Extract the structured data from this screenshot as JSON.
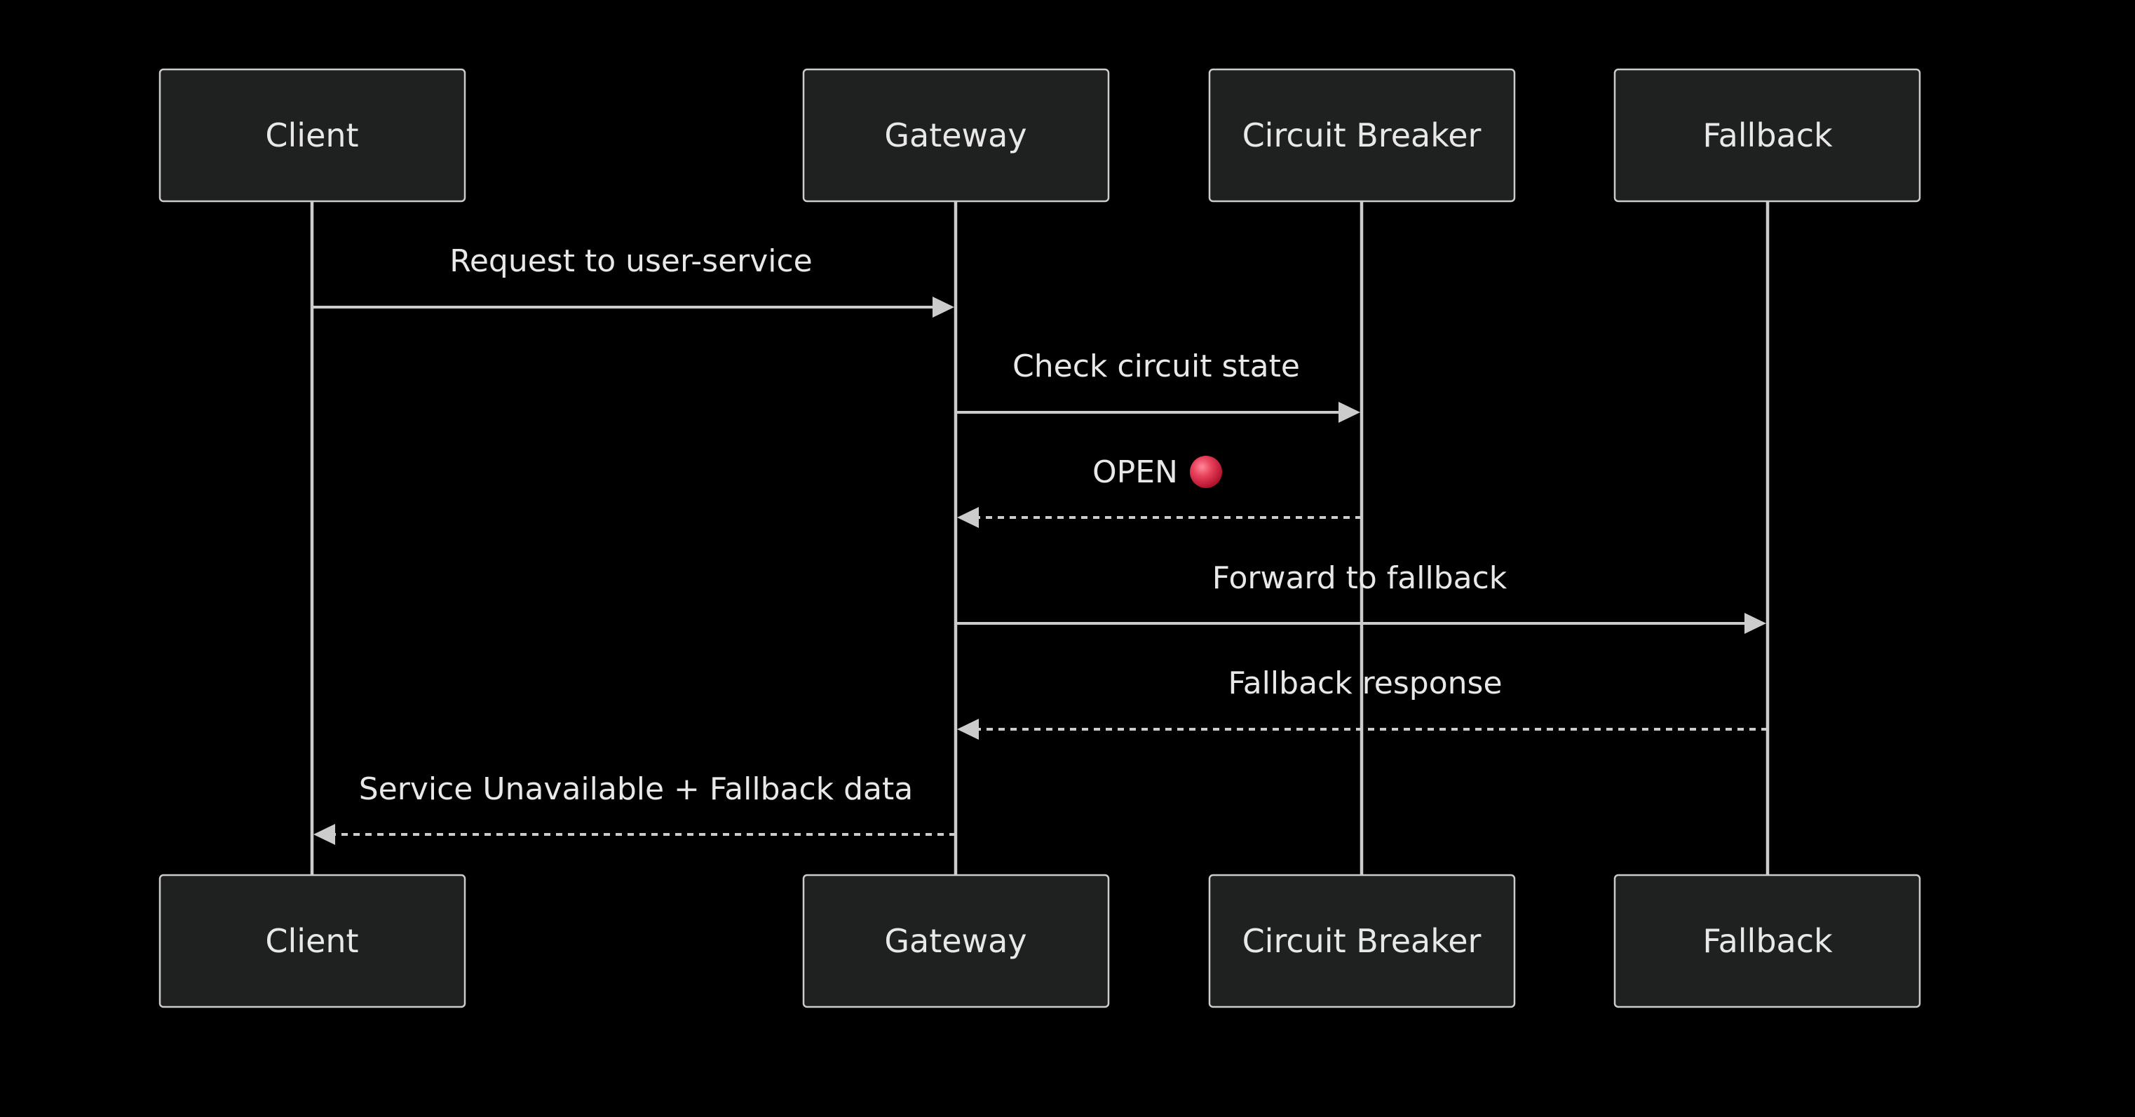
{
  "participants": [
    {
      "id": "client",
      "label": "Client"
    },
    {
      "id": "gateway",
      "label": "Gateway"
    },
    {
      "id": "breaker",
      "label": "Circuit Breaker"
    },
    {
      "id": "fallback",
      "label": "Fallback"
    }
  ],
  "messages": [
    {
      "from": "client",
      "to": "gateway",
      "label": "Request to user-service",
      "style": "solid",
      "icon": null
    },
    {
      "from": "gateway",
      "to": "breaker",
      "label": "Check circuit state",
      "style": "solid",
      "icon": null
    },
    {
      "from": "breaker",
      "to": "gateway",
      "label": "OPEN",
      "style": "dashed",
      "icon": "red-circle-icon",
      "icon_color": "#e0314f"
    },
    {
      "from": "gateway",
      "to": "fallback",
      "label": "Forward to fallback",
      "style": "solid",
      "icon": null
    },
    {
      "from": "fallback",
      "to": "gateway",
      "label": "Fallback response",
      "style": "dashed",
      "icon": null
    },
    {
      "from": "gateway",
      "to": "client",
      "label": "Service Unavailable + Fallback data",
      "style": "dashed",
      "icon": null
    }
  ]
}
